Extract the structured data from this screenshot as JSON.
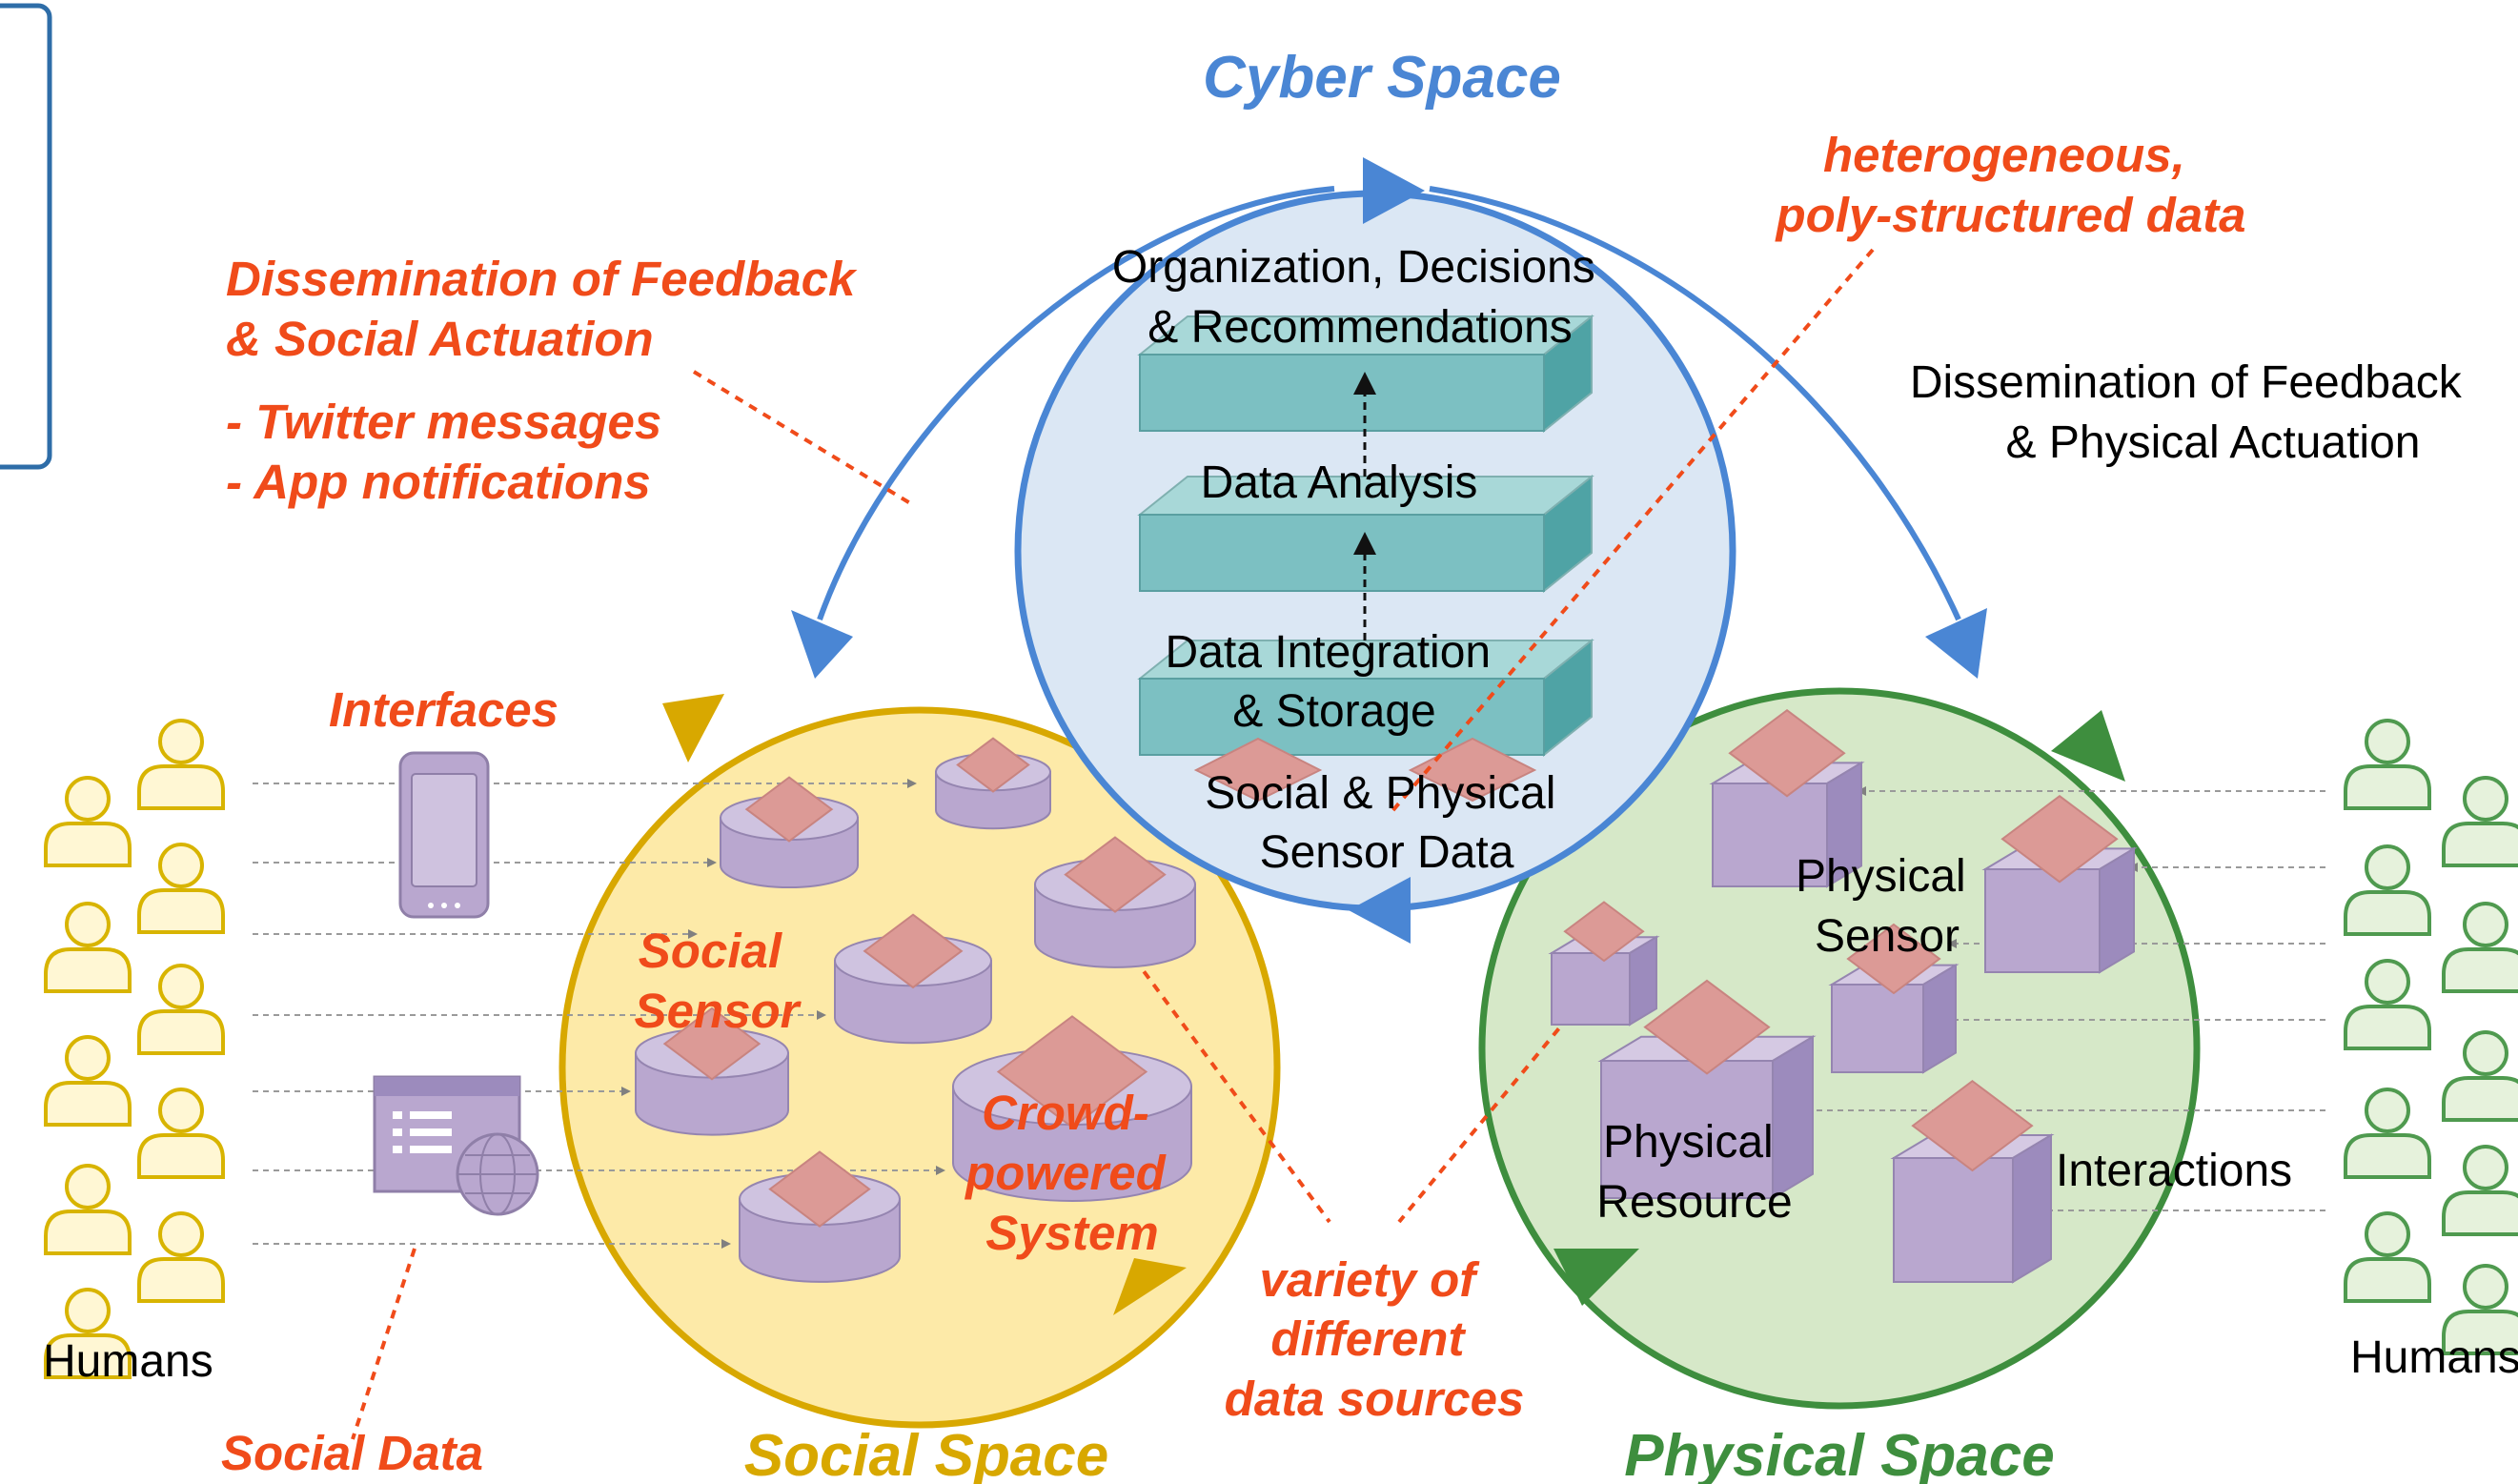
{
  "spaces": {
    "cyber": {
      "title": "Cyber Space",
      "color": "#4a86d4"
    },
    "social": {
      "title": "Social Space",
      "color": "#d8a800"
    },
    "physical": {
      "title": "Physical Space",
      "color": "#3e8e3e"
    }
  },
  "cyber_layers": {
    "top": [
      "Organization, Decisions",
      "& Recommendations"
    ],
    "middle": [
      "Data Analysis"
    ],
    "bottom": [
      "Data Integration",
      "& Storage"
    ],
    "sensor_data": [
      "Social & Physical",
      "Sensor Data"
    ]
  },
  "annotations": {
    "social_feedback": [
      "Dissemination of Feedback",
      "& Social Actuation"
    ],
    "social_channels": [
      "- Twitter messages",
      "- App notifications"
    ],
    "physical_feedback": [
      "Dissemination of Feedback",
      "& Physical Actuation"
    ],
    "heterogeneous": [
      "heterogeneous,",
      "poly-structured data"
    ],
    "interfaces": "Interfaces",
    "social_sensor": [
      "Social",
      "Sensor"
    ],
    "crowd_system": [
      "Crowd-",
      "powered",
      "System"
    ],
    "variety": [
      "variety of",
      "different",
      "data sources"
    ],
    "social_data": "Social Data",
    "physical_sensor": [
      "Physical",
      "Sensor"
    ],
    "physical_resource": [
      "Physical",
      "Resource"
    ],
    "interactions": "Interactions"
  },
  "humans_left_label": "Humans",
  "humans_right_label": "Humans",
  "colors": {
    "annotation_red": "#f04b1a",
    "teal_block": "#7cc0c2",
    "purple_shape": "#b9a7cf",
    "pink_diamond": "#dc9a96"
  }
}
